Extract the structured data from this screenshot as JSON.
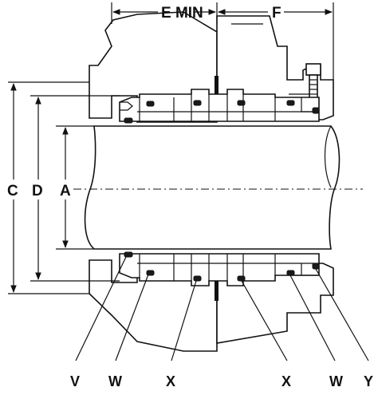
{
  "dimensions": {
    "e_min": "E MIN",
    "f": "F",
    "c": "C",
    "d": "D",
    "a": "A"
  },
  "callouts": [
    "V",
    "W",
    "X",
    "X",
    "W",
    "Y"
  ]
}
